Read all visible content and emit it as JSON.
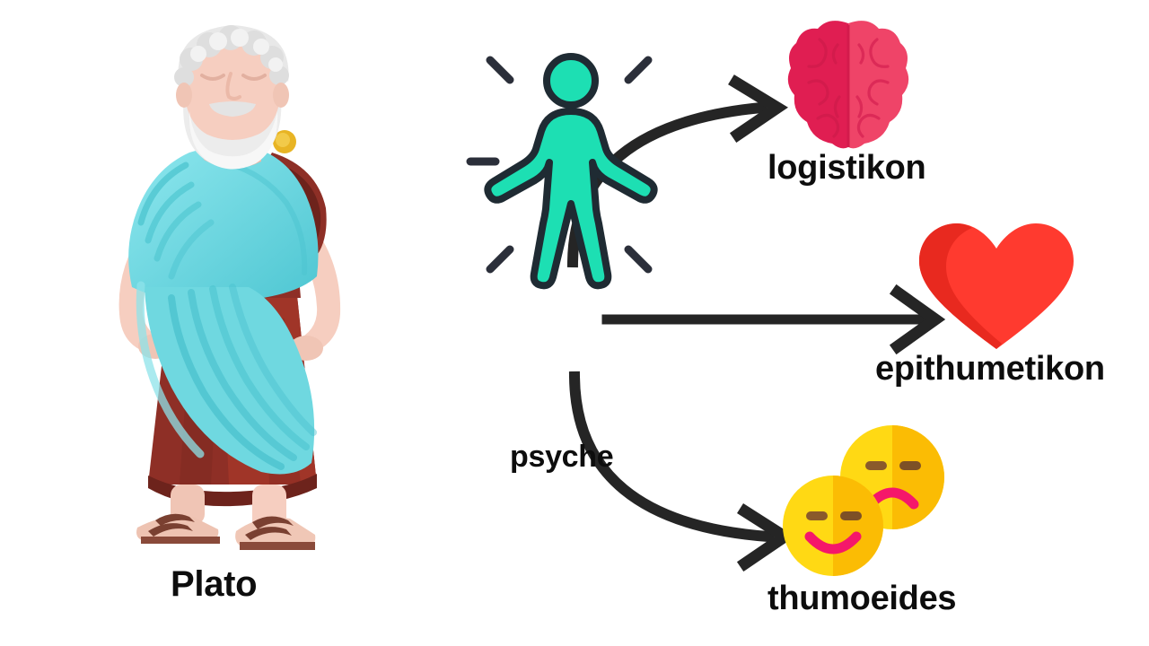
{
  "diagram": {
    "title_subject": "Plato tripartite soul",
    "background_color": "#ffffff",
    "ink_color": "#252525",
    "text_color": "#0d0d0d"
  },
  "figure": {
    "name": "Plato",
    "label": "Plato",
    "icon": "plato-philosopher-illustration",
    "colors": {
      "hair": "#e8e8e8",
      "hair_shadow": "#d2d2d2",
      "skin": "#f6cec0",
      "skin_shadow": "#eab9a9",
      "toga": "#6fd8e0",
      "toga_light": "#8ee3ea",
      "toga_dark": "#3fbfcb",
      "robe": "#8e2f26",
      "robe_dark": "#6d231c",
      "robe_light": "#a53c2f",
      "brooch": "#e8b424",
      "sandal": "#8a4a3a"
    }
  },
  "center": {
    "label": "psyche",
    "icon": "person-figure-icon",
    "color": "#1ddfb3",
    "outline": "#1f2b33",
    "sparkle_dashes": 6
  },
  "branches": [
    {
      "id": "logistikon",
      "label": "logistikon",
      "icon": "brain-icon",
      "icon_colors": {
        "left": "#e01e52",
        "right": "#ef4468",
        "fold": "#c9194a"
      },
      "arrow": "curve-up-right"
    },
    {
      "id": "epithumetikon",
      "label": "epithumetikon",
      "icon": "heart-icon",
      "icon_colors": {
        "main": "#ff3a2f",
        "shade": "#e8291f"
      },
      "arrow": "straight-right"
    },
    {
      "id": "thumoeides",
      "label": "thumoeides",
      "icon": "happy-sad-faces-icon",
      "icon_colors": {
        "face_light": "#ffd914",
        "face_dark": "#fbbc04",
        "eyes": "#8a5a2b",
        "mouth": "#f5176a"
      },
      "arrow": "curve-down-right"
    }
  ],
  "arrows": {
    "color": "#252525",
    "count": 3,
    "head_style": "chevron"
  }
}
